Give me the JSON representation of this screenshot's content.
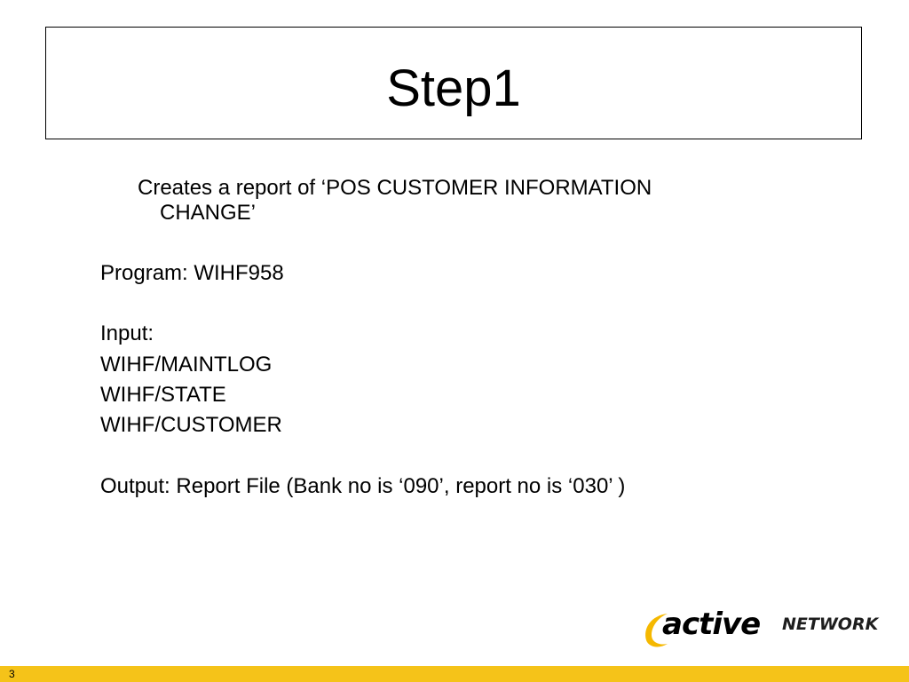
{
  "slide": {
    "title": "Step1",
    "intro_line1": "Creates a report of ‘POS CUSTOMER INFORMATION",
    "intro_line2": "CHANGE’",
    "program": "Program: WIHF958",
    "input_label": "Input:",
    "inputs": [
      "WIHF/MAINTLOG",
      "WIHF/STATE",
      "WIHF/CUSTOMER"
    ],
    "output": "Output: Report File (Bank no is ‘090’, report no is ‘030’ )"
  },
  "logo": {
    "word1": "active",
    "word2": "NETWORK",
    "accent_color": "#f5b800"
  },
  "footer": {
    "page_number": "3",
    "bar_color": "#f5c319"
  }
}
